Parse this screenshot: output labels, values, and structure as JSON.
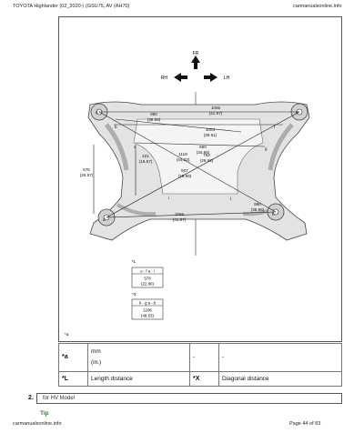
{
  "header": {
    "left": "TOYOTA Highlander (02_2020-) (GSU75, AV (AH70)",
    "right": "carmanualsonline.info"
  },
  "figure": {
    "arrows": {
      "fr": "FR",
      "rh": "RH",
      "lh": "LH"
    },
    "dims": [
      {
        "mm": "1065",
        "in": "(41.97)"
      },
      {
        "mm": "980",
        "in": "(38.58)"
      },
      {
        "mm": "1004",
        "in": "(39.51)"
      },
      {
        "mm": "860",
        "in": "(34.86)"
      },
      {
        "mm": "1118",
        "in": "(44.02)"
      },
      {
        "mm": "762",
        "in": "(29.92)"
      },
      {
        "mm": "421",
        "in": "(16.57)"
      },
      {
        "mm": "507",
        "in": "(19.96)"
      },
      {
        "mm": "675",
        "in": "(26.57)"
      },
      {
        "mm": "990",
        "in": "(38.98)"
      },
      {
        "mm": "1066",
        "in": "(41.97)"
      }
    ],
    "pt": {
      "a": "a",
      "b": "b",
      "c": "c",
      "d": "d",
      "e": "e",
      "f": "f",
      "g": "g",
      "h": "h",
      "i": "i",
      "j": "j"
    },
    "box1": {
      "tag": "*L",
      "formula": "e - f  a - i",
      "mm": "578",
      "in": "(22.80)"
    },
    "box2": {
      "tag": "*X",
      "formula": "h - g  a - b",
      "mm": "1206",
      "in": "(49.53)"
    },
    "corner": "*a"
  },
  "table": {
    "r1": {
      "k1": "*a",
      "v1a": "mm",
      "v1b": "(in.)",
      "k2": "-",
      "v2": "-"
    },
    "r2": {
      "k1": "*L",
      "v1": "Length distance",
      "k2": "*X",
      "v2": "Diagonal distance"
    }
  },
  "step": {
    "num": "2.",
    "title": "for HV Model"
  },
  "tip": "Tip",
  "footer": {
    "left": "carmanualsonline.info",
    "right": "Page 44 of 83"
  }
}
